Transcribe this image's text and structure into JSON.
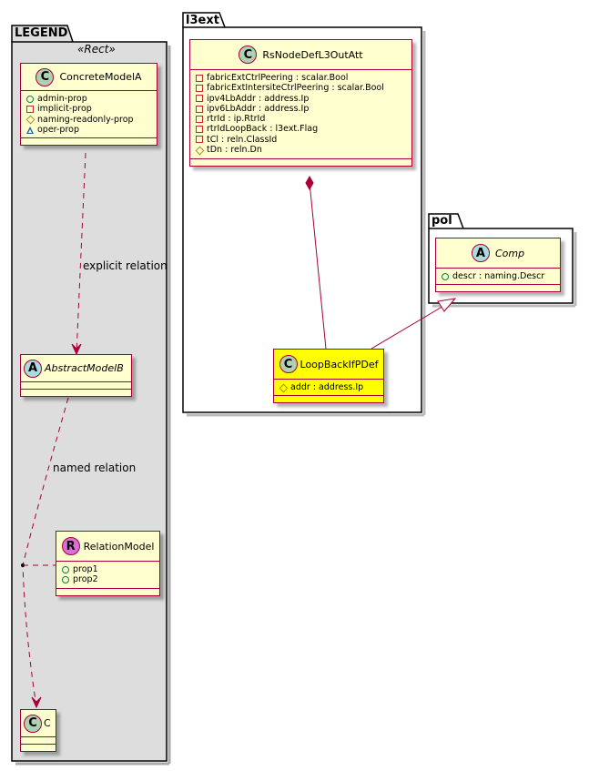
{
  "legend": {
    "package_name": "LEGEND",
    "stereotype": "«Rect»",
    "concrete_model": {
      "name": "ConcreteModelA",
      "badge": "C",
      "attributes": [
        {
          "visibility": "public",
          "text": "admin-prop"
        },
        {
          "visibility": "private",
          "text": "implicit-prop"
        },
        {
          "visibility": "protected",
          "text": "naming-readonly-prop"
        },
        {
          "visibility": "package",
          "text": "oper-prop"
        }
      ]
    },
    "abstract_model": {
      "name": "AbstractModelB",
      "badge": "A"
    },
    "relation_model": {
      "name": "RelationModel",
      "badge": "R",
      "attributes": [
        {
          "visibility": "public",
          "text": "prop1"
        },
        {
          "visibility": "public",
          "text": "prop2"
        }
      ]
    },
    "c_model": {
      "name": "C",
      "badge": "C"
    },
    "explicit_relation_label": "explicit relation",
    "named_relation_label": "named relation"
  },
  "l3ext": {
    "package_name": "l3ext",
    "rs_node": {
      "name": "RsNodeDefL3OutAtt",
      "badge": "C",
      "attributes": [
        {
          "visibility": "private",
          "text": "fabricExtCtrlPeering : scalar.Bool"
        },
        {
          "visibility": "private",
          "text": "fabricExtIntersiteCtrlPeering : scalar.Bool"
        },
        {
          "visibility": "private",
          "text": "ipv4LbAddr : address.Ip"
        },
        {
          "visibility": "private",
          "text": "ipv6LbAddr : address.Ip"
        },
        {
          "visibility": "private",
          "text": "rtrId : ip.RtrId"
        },
        {
          "visibility": "private",
          "text": "rtrIdLoopBack : l3ext.Flag"
        },
        {
          "visibility": "private",
          "text": "tCl : reln.ClassId"
        },
        {
          "visibility": "protected",
          "text": "tDn : reln.Dn"
        }
      ]
    },
    "loopback": {
      "name": "LoopBackIfPDef",
      "badge": "C",
      "attributes": [
        {
          "visibility": "protected",
          "text": "addr : address.Ip"
        }
      ]
    }
  },
  "pol": {
    "package_name": "pol",
    "comp": {
      "name": "Comp",
      "badge": "A",
      "attributes": [
        {
          "visibility": "public",
          "text": "descr : naming.Descr"
        }
      ]
    }
  },
  "colors": {
    "class_fill": "#FEFECE",
    "highlight_fill": "#FFFF00",
    "border": "#A80036",
    "legend_bg": "#DDDDDD"
  }
}
